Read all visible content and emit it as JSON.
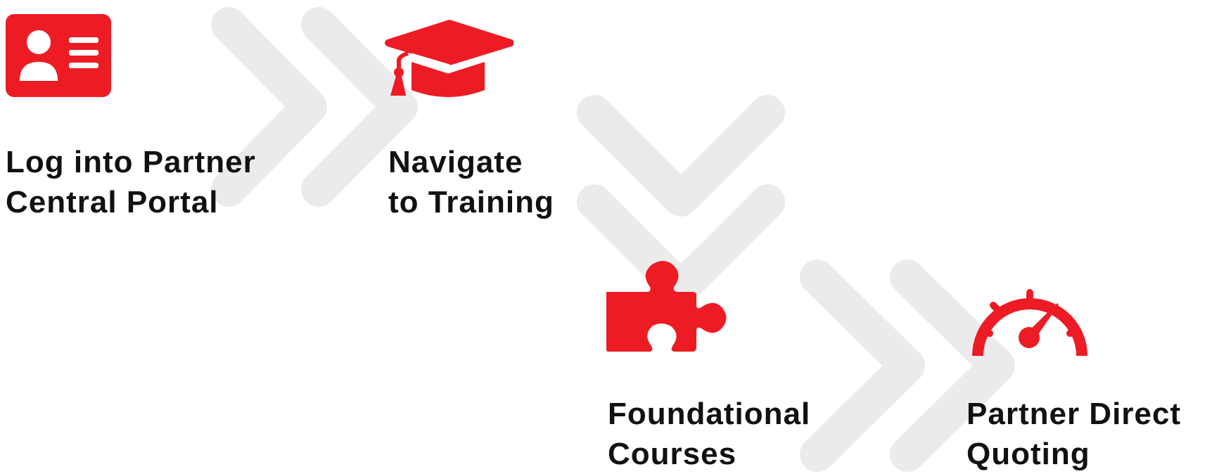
{
  "colors": {
    "accent": "#ED1C24",
    "chevron": "#EBEBEB",
    "text": "#111111"
  },
  "steps": [
    {
      "icon": "id-card-icon",
      "line1": "Log into Partner",
      "line2": "Central Portal"
    },
    {
      "icon": "graduation-cap-icon",
      "line1": "Navigate",
      "line2": "to Training"
    },
    {
      "icon": "puzzle-piece-icon",
      "line1": "Foundational",
      "line2": "Courses"
    },
    {
      "icon": "speedometer-icon",
      "line1": "Partner Direct",
      "line2": "Quoting"
    }
  ]
}
